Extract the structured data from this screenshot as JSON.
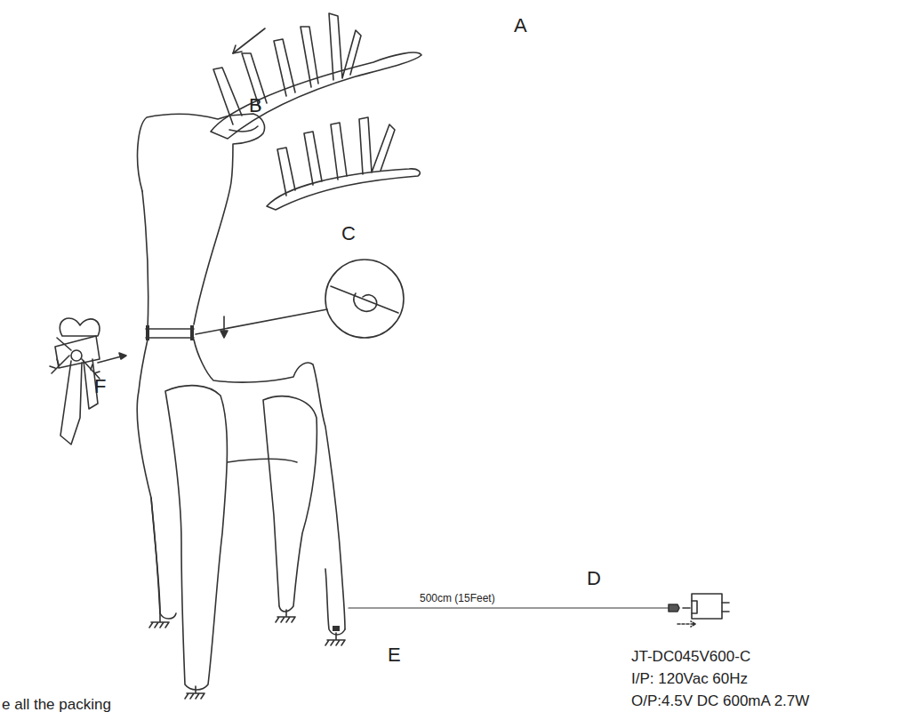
{
  "diagram": {
    "labels": [
      "A",
      "B",
      "C",
      "D",
      "E",
      "F",
      "500cm (15Feet)",
      "JT-DC045V600-C",
      "I/P: 120Vac 60Hz",
      "O/P:4.5V DC 600mA 2.7W",
      "e all the packing"
    ]
  }
}
